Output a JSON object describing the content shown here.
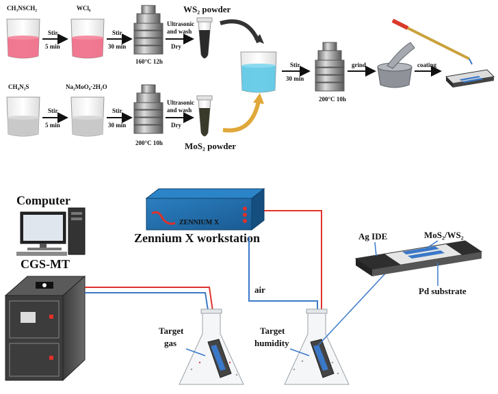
{
  "synthesis": {
    "row1": {
      "reagent_a": "CH₃NSCH₂",
      "reagent_b": "WCl₆",
      "step1_top": "Stir",
      "step1_bottom": "5 min",
      "step2_top": "Stir",
      "step2_bottom": "30 min",
      "autoclave_label": "160°C 12h",
      "step3_top": "Ultrasonic",
      "step3_mid": "and wash",
      "step3_bottom": "Dry",
      "product": "WS₂ powder"
    },
    "row2": {
      "reagent_a": "CH₄N₂S",
      "reagent_b": "Na₂MoO₄·2H₂O",
      "step1_top": "Stir",
      "step1_bottom": "5 min",
      "step2_top": "Stir",
      "step2_bottom": "30 min",
      "autoclave_label": "200°C 10h",
      "step3_top": "Ultrasonic",
      "step3_mid": "and wash",
      "step3_bottom": "Dry",
      "product": "MoS₂ powder"
    },
    "mix": {
      "stir_top": "Stir",
      "stir_bottom": "30 min",
      "autoclave_label": "200°C 10h",
      "grind": "grind",
      "coating": "coating"
    }
  },
  "setup": {
    "computer_title": "Computer",
    "software_label": "CGS-MT",
    "workstation_badge": "ZENNIUM X",
    "workstation_label": "Zennium X workstation",
    "air_label": "air",
    "flask1_label_line1": "Target",
    "flask1_label_line2": "gas",
    "flask2_label_line1": "Target",
    "flask2_label_line2": "humidity",
    "sensor_ag": "Ag IDE",
    "sensor_material": "MoS₂/WS₂",
    "sensor_substrate": "Pd substrate"
  },
  "colors": {
    "pink_solution": "#f06a85",
    "grey_solution": "#c9c9c9",
    "blue_solution": "#5cc8e6",
    "wire_red": "#e0302a",
    "wire_blue": "#3a78c8",
    "workstation_blue": "#1f6fb0"
  }
}
